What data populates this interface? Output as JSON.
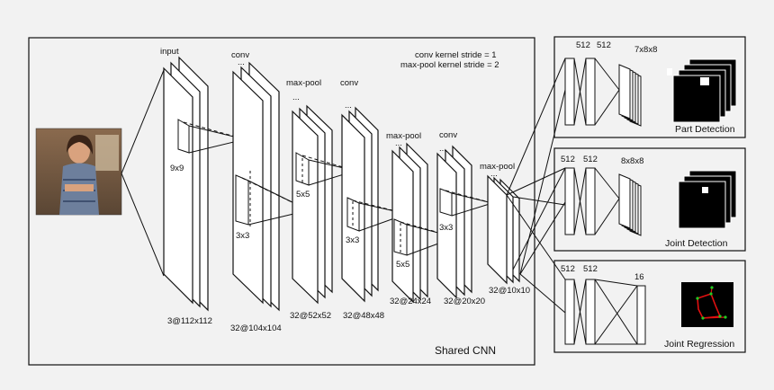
{
  "shared": {
    "caption": "Shared CNN",
    "notes": [
      "conv kernel stride = 1",
      "max-pool kernel stride = 2"
    ],
    "layer_titles": {
      "input": "input",
      "conv1": "conv",
      "pool1": "max-pool",
      "conv2": "conv",
      "pool2": "max-pool",
      "conv3": "conv",
      "pool3": "max-pool"
    },
    "dims": {
      "input": "3@112x112",
      "conv1": "32@104x104",
      "pool1": "32@52x52",
      "conv2": "32@48x48",
      "pool2": "32@24x24",
      "conv3": "32@20x20",
      "pool3": "32@10x10"
    },
    "kernels": {
      "k1": "9x9",
      "k2": "3x3",
      "k3": "5x5",
      "k4": "3x3",
      "k5": "5x5",
      "k6": "3x3"
    },
    "ellipsis": "..."
  },
  "heads": {
    "part": {
      "title": "Part Detection",
      "fc1": "512",
      "fc2": "512",
      "out": "7x8x8"
    },
    "joint": {
      "title": "Joint Detection",
      "fc1": "512",
      "fc2": "512",
      "out": "8x8x8"
    },
    "regression": {
      "title": "Joint Regression",
      "fc1": "512",
      "fc2": "512",
      "out": "16"
    }
  },
  "colors": {
    "background": "#f2f2f2",
    "stroke": "#111111",
    "map_fill": "#000000",
    "skeleton": "#e01010",
    "joint": "#22cc22"
  }
}
